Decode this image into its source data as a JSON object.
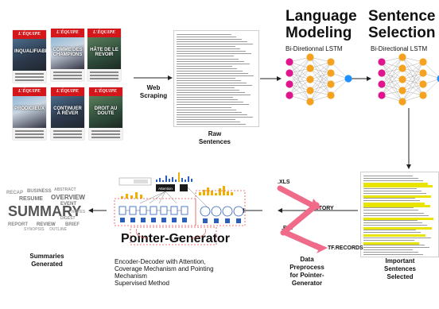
{
  "covers": [
    {
      "masthead": "L'ÉQUIPE",
      "headline": "INQUALIFIABLE"
    },
    {
      "masthead": "L'ÉQUIPE",
      "headline": "COMME DES CHAMPIONS"
    },
    {
      "masthead": "L'ÉQUIPE",
      "headline": "HÂTE DE LE REVOIR"
    },
    {
      "masthead": "L'ÉQUIPE",
      "headline": "PRODIGIEUX"
    },
    {
      "masthead": "L'ÉQUIPE",
      "headline": "CONTINUER À RÊVER"
    },
    {
      "masthead": "L'ÉQUIPE",
      "headline": "DROIT AU DOUTE"
    }
  ],
  "steps": {
    "web_scraping": "Web\nScraping",
    "raw_sentences": "Raw\nSentences",
    "language_modeling": {
      "title": "Language\nModeling",
      "subtitle": "Bi-Diretionnal LSTM"
    },
    "sentence_selection": {
      "title": "Sentence\nSelection",
      "subtitle": "Bi-Directional LSTM"
    },
    "important_sentences": "Important\nSentences\nSelected",
    "data_preprocess": "Data\nPreprocess\nfor Pointer-\nGenerator",
    "summaries_generated": "Summaries\nGenerated"
  },
  "formats": {
    "xls": ".XLS",
    "bin": ".BIN",
    "story": "STORY",
    "tfrecords": "TF.RECORDS"
  },
  "pointer_generator": {
    "title": "Pointer-Generator",
    "description": "Encoder-Decoder with Attention,\nCoverage Mechanism and Pointing\nMechanism\nSupervised Method",
    "attention_label": "Attention",
    "pgen_label": "p_gen"
  },
  "wordcloud_words": [
    "SUMMARY",
    "OVERVIEW",
    "RESUME",
    "BUSINESS",
    "EVENT",
    "RECAP",
    "ABSTRACT",
    "REPORT",
    "REVIEW",
    "BRIEF",
    "DIGEST",
    "SYNOPSIS",
    "OUTLINE",
    "NOTES"
  ],
  "colors": {
    "node_pink": "#e0148c",
    "node_orange": "#f4a21f",
    "node_blue": "#1e90ff",
    "arrow_pink": "#f06a8a",
    "highlight": "#e9e300",
    "dashed_red": "#e05050",
    "rnn_blue": "#2a5fbf"
  }
}
